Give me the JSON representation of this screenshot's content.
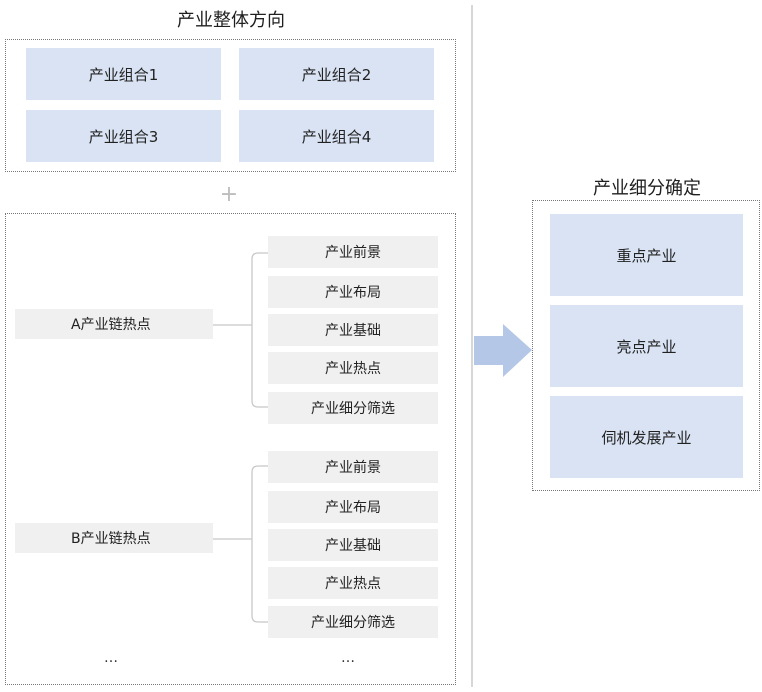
{
  "overall": {
    "title": "产业整体方向",
    "combos": [
      "产业组合1",
      "产业组合2",
      "产业组合3",
      "产业组合4"
    ]
  },
  "plus_symbol": "+",
  "chains": [
    {
      "label": "A产业链热点",
      "items": [
        "产业前景",
        "产业布局",
        "产业基础",
        "产业热点",
        "产业细分筛选"
      ]
    },
    {
      "label": "B产业链热点",
      "items": [
        "产业前景",
        "产业布局",
        "产业基础",
        "产业热点",
        "产业细分筛选"
      ]
    }
  ],
  "ellipsis_left": "…",
  "ellipsis_right": "…",
  "detail": {
    "title": "产业细分确定",
    "items": [
      "重点产业",
      "亮点产业",
      "伺机发展产业"
    ]
  },
  "colors": {
    "box_blue": "#d9e3f3",
    "box_gray": "#f0f0f0",
    "arrow_blue": "#b4c7e7",
    "divider": "#d7d7d7"
  }
}
